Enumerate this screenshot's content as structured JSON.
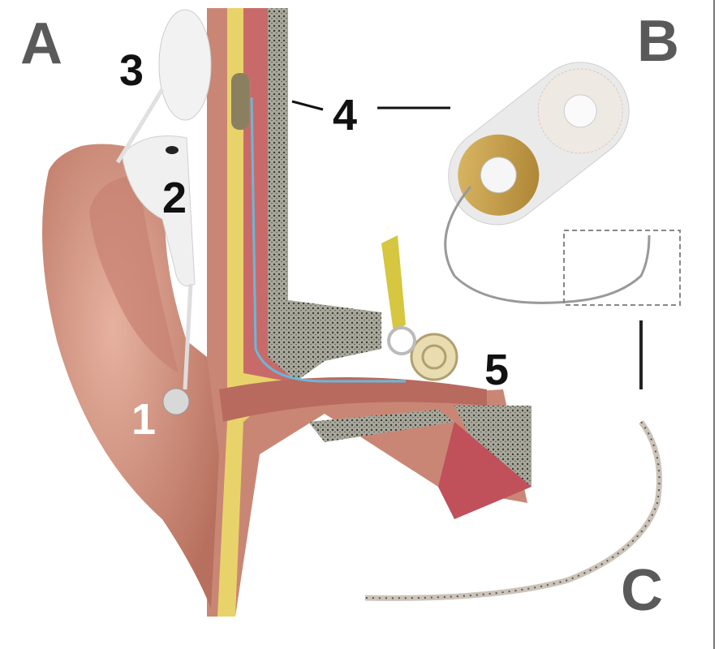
{
  "panels": {
    "a": "A",
    "b": "B",
    "c": "C"
  },
  "labels": {
    "one": "1",
    "two": "2",
    "three": "3",
    "four": "4",
    "five": "5"
  },
  "colors": {
    "skin": "#d89a86",
    "fat": "#e8d36a",
    "muscle": "#c96a6a",
    "bone": "#8a8a80",
    "electrode": "#6ab8d8",
    "gold": "#c9a24a",
    "label": "#5a5a5a"
  }
}
